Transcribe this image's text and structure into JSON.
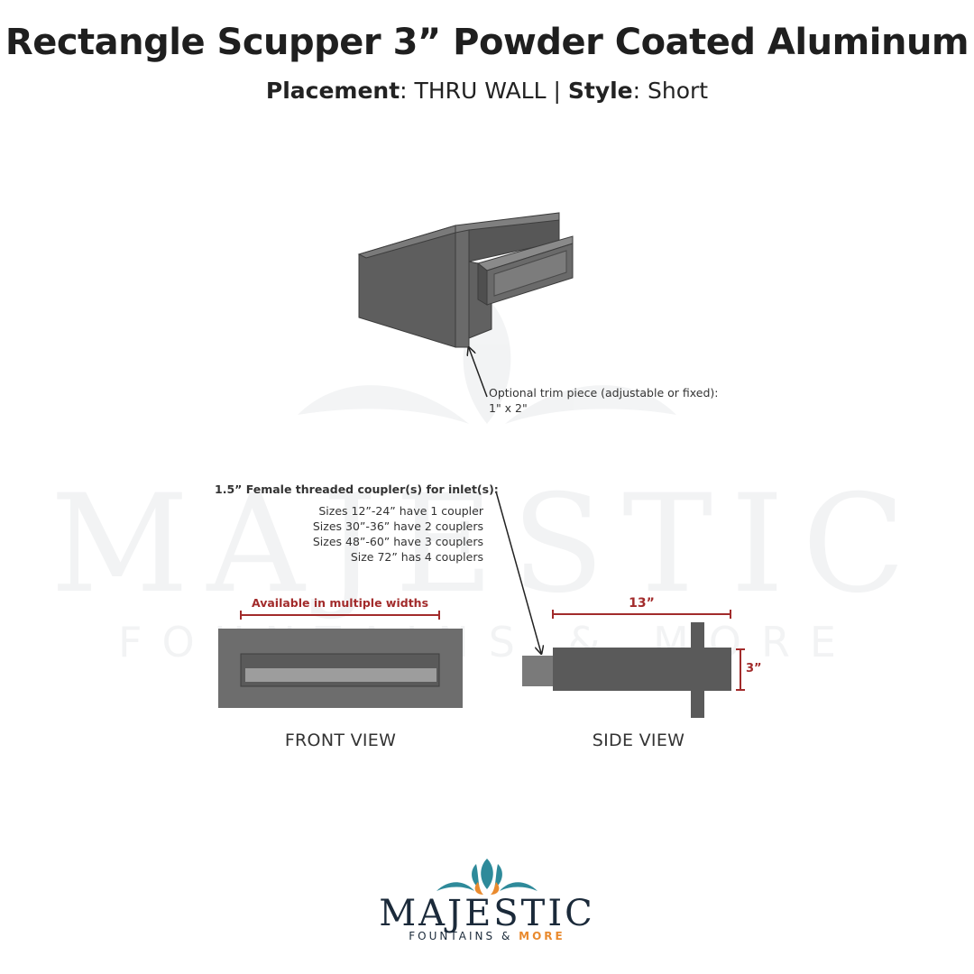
{
  "header": {
    "title": "Rectangle Scupper 3” Powder Coated Aluminum",
    "placement_label": "Placement",
    "placement_value": ": THRU WALL | ",
    "style_label": "Style",
    "style_value": ": Short"
  },
  "annotations": {
    "trim_line1": "Optional trim piece (adjustable or fixed):",
    "trim_line2": "1\" x 2\"",
    "coupler_heading": "1.5” Female threaded coupler(s) for inlet(s):",
    "coupler_sizes": [
      "Sizes 12”-24” have 1 coupler",
      "Sizes 30”-36” have 2 couplers",
      "Sizes 48”-60” have 3 couplers",
      "Size 72” has 4 couplers"
    ],
    "width_note": "Available in multiple widths",
    "length_dim": "13”",
    "height_dim": "3”"
  },
  "views": {
    "front": "FRONT VIEW",
    "side": "SIDE VIEW"
  },
  "watermark": {
    "word": "MAJESTIC",
    "sub": "FOUNTAINS & MORE"
  },
  "logo": {
    "word": "MAJESTIC",
    "sub_main": "FOUNTAINS & ",
    "sub_more": "MORE"
  },
  "colors": {
    "metal_dark": "#5b5b5b",
    "metal_mid": "#6e6e6e",
    "metal_light": "#8a8a8a",
    "dimension_red": "#a22b2b",
    "logo_teal": "#2e8a9a",
    "logo_orange": "#e98a2e"
  }
}
